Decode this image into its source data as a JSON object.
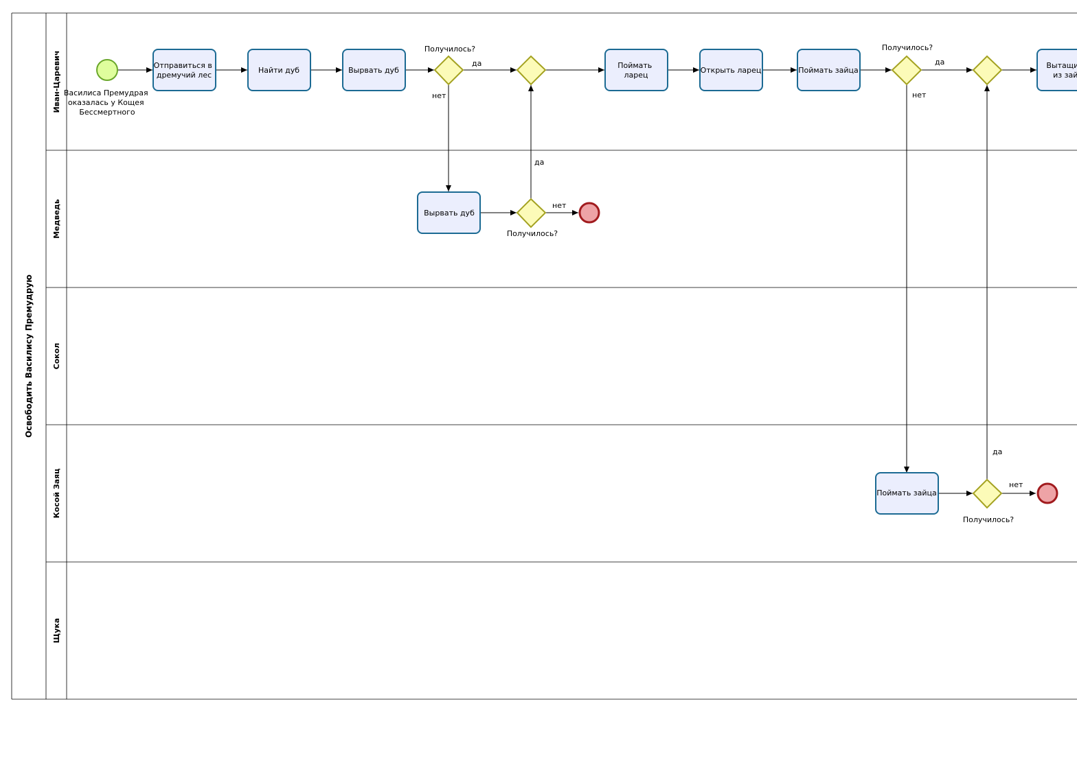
{
  "pool": {
    "title": "Освободить Василису Премудрую"
  },
  "lanes": [
    {
      "id": "ivan",
      "title": "Иван-Царевич"
    },
    {
      "id": "bear",
      "title": "Медведь"
    },
    {
      "id": "falcon",
      "title": "Сокол"
    },
    {
      "id": "hare",
      "title": "Косой Заяц"
    },
    {
      "id": "pike",
      "title": "Щука"
    }
  ],
  "start_event": {
    "label_lines": [
      "Василиса Премудрая",
      "оказалась у Кощея",
      "Бессмертного"
    ]
  },
  "tasks": [
    {
      "id": "t1",
      "lines": [
        "Отправиться в",
        "дремучий лес"
      ]
    },
    {
      "id": "t2",
      "lines": [
        "Найти дуб"
      ]
    },
    {
      "id": "t3",
      "lines": [
        "Вырвать дуб"
      ]
    },
    {
      "id": "t4",
      "lines": [
        "Поймать",
        "ларец"
      ]
    },
    {
      "id": "t5",
      "lines": [
        "Открыть ларец"
      ]
    },
    {
      "id": "t6",
      "lines": [
        "Поймать зайца"
      ]
    },
    {
      "id": "t7",
      "lines": [
        "Вытащить",
        "из зайц"
      ]
    },
    {
      "id": "b1",
      "lines": [
        "Вырвать дуб"
      ]
    },
    {
      "id": "h1",
      "lines": [
        "Поймать зайца"
      ]
    }
  ],
  "gateway_labels": {
    "g1": "Получилось?",
    "g3": "Получилось?",
    "g5": "Получилось?",
    "g6": "Получилось?"
  },
  "flow_labels": {
    "yes": "да",
    "no": "нет"
  },
  "colors": {
    "task_fill": "#ebeefd",
    "task_stroke": "#1b6a93",
    "gateway_fill": "#fcfbb8",
    "gateway_stroke": "#a4a221",
    "start_fill": "#dffe9d",
    "end_fill": "#eea3a6",
    "end_stroke": "#a11b1e"
  }
}
